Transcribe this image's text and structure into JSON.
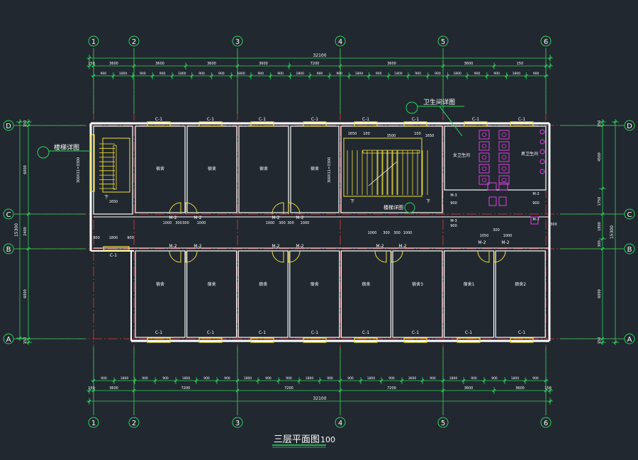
{
  "drawing": {
    "title": "三层平面图",
    "scale": "100",
    "total_length": "32100",
    "colors": {
      "background": "#212830",
      "wall": "#ffffff",
      "dimension": "#2bd65a",
      "axis_line": "#e23b3b",
      "window": "#f0e040",
      "stair": "#f0e040",
      "sanitary": "#e040e0",
      "text": "#ffffff",
      "grid_bubble": "#2bd65a"
    },
    "grid_columns": [
      "1",
      "2",
      "3",
      "4",
      "5",
      "6"
    ],
    "grid_rows_left": [
      "D",
      "C",
      "B",
      "A"
    ],
    "grid_rows_right": [
      "D",
      "C",
      "B",
      "A"
    ],
    "top_dims": {
      "overall": "32100",
      "level2": [
        "150",
        "3600",
        "3600",
        "3600",
        "3600",
        "7200",
        "3600",
        "3600",
        "150"
      ],
      "level3": [
        "900",
        "1800",
        "900",
        "900",
        "1800",
        "900",
        "900",
        "1800",
        "900",
        "900",
        "1800",
        "900",
        "900",
        "1800",
        "900",
        "1800",
        "900",
        "900",
        "1800",
        "900",
        "900",
        "1800",
        "900"
      ]
    },
    "bottom_dims": {
      "overall": "32100",
      "level2": [
        "150",
        "3600",
        "7200",
        "7200",
        "7200",
        "3600",
        "3600",
        "150"
      ],
      "level1": [
        "900",
        "1800",
        "900",
        "900",
        "1800",
        "900",
        "900",
        "1800",
        "900",
        "900",
        "1800",
        "900",
        "900",
        "1800",
        "900",
        "3600",
        "900",
        "1800",
        "900",
        "900",
        "1800",
        "900"
      ]
    },
    "left_dims": {
      "overall": "15300",
      "parts": [
        "150",
        "6000",
        "2400",
        "6000",
        "150"
      ]
    },
    "right_dims": {
      "overall": "15300",
      "parts": [
        "150",
        "4500",
        "1750",
        "1800",
        "300",
        "6000",
        "150"
      ]
    },
    "rooms_top": [
      "宿舍",
      "宿舍",
      "宿舍",
      "宿舍"
    ],
    "rooms_bottom": [
      "宿舍",
      "宿舍",
      "宿舍",
      "宿舍",
      "宿舍",
      "宿舍3",
      "宿舍1",
      "宿舍2"
    ],
    "rooms_wc": [
      "女卫生间",
      "男卫生间"
    ],
    "window_label": "C-1",
    "door_label": "M-2",
    "door_label_small": "M-3",
    "callouts": {
      "stair_detail": "楼梯详图",
      "wc_detail": "卫生间详图",
      "stair_detail2": "楼梯详图"
    },
    "stair_text": {
      "stair_left": "300X11=3300",
      "stair_right": "300X11=3300",
      "down": "下",
      "dims_right_stair": [
        "1650",
        "100",
        "3500",
        "100",
        "1650"
      ]
    },
    "door_dims": [
      "1000",
      "300",
      "300",
      "1000",
      "1000",
      "300",
      "300",
      "1000",
      "1000",
      "300",
      "300",
      "1000",
      "1050",
      "300",
      "1000"
    ],
    "small_dims": [
      "900",
      "1800",
      "900",
      "1650",
      "900",
      "900",
      "900",
      "300"
    ]
  }
}
